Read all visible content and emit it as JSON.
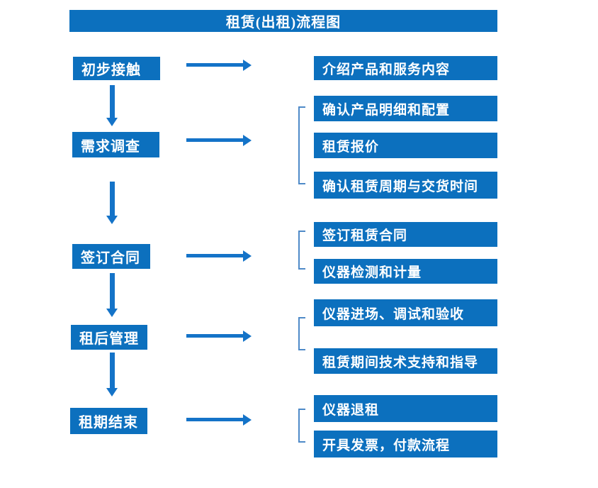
{
  "title": "租赁(出租)流程图",
  "colors": {
    "box": "#0C70BE",
    "arrow": "#1473C8",
    "bracket": "#4E8AC8",
    "text": "#FFFFFF",
    "background": "#FFFFFF"
  },
  "steps": [
    {
      "label": "初步接触",
      "details": [
        "介绍产品和服务内容"
      ]
    },
    {
      "label": "需求调查",
      "details": [
        "确认产品明细和配置",
        "租赁报价",
        "确认租赁周期与交货时间"
      ]
    },
    {
      "label": "签订合同",
      "details": [
        "签订租赁合同",
        "仪器检测和计量"
      ]
    },
    {
      "label": "租后管理",
      "details": [
        "仪器进场、调试和验收",
        "租赁期间技术支持和指导"
      ]
    },
    {
      "label": "租期结束",
      "details": [
        "仪器退租",
        "开具发票，付款流程"
      ]
    }
  ]
}
